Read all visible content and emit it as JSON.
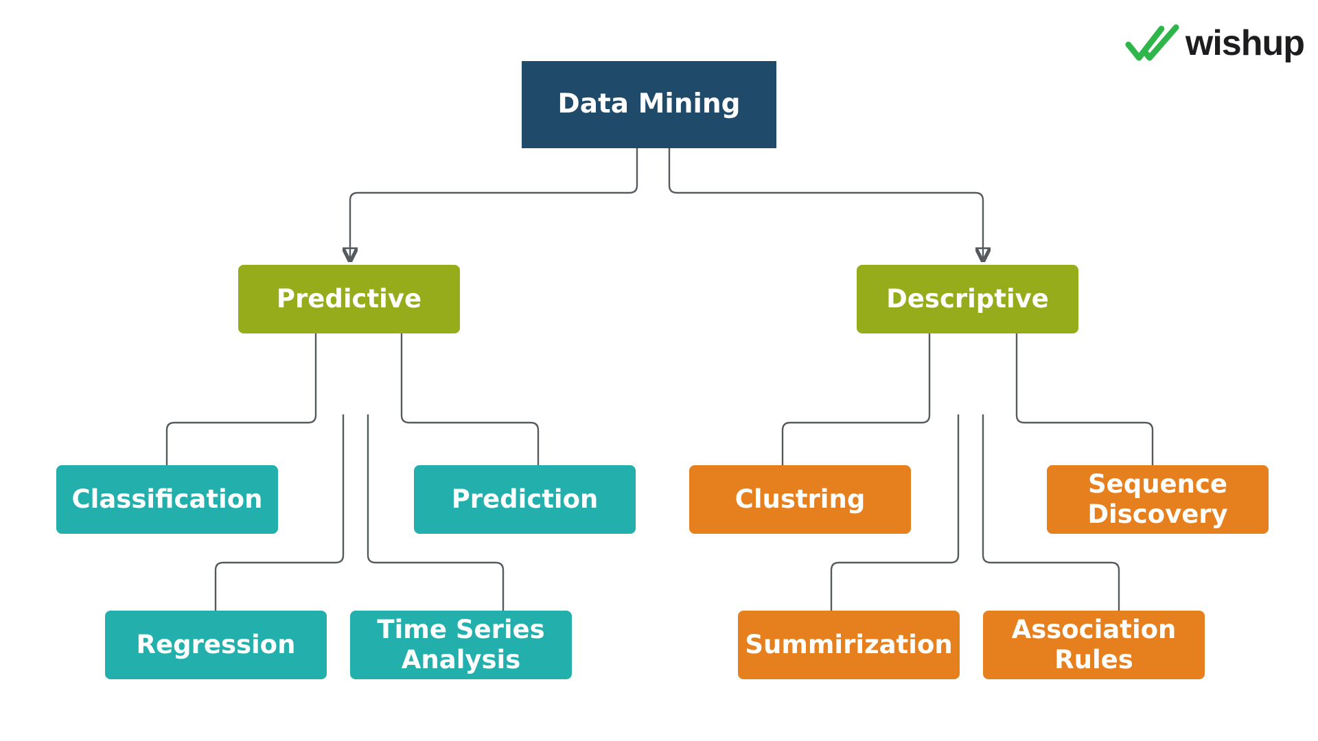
{
  "brand": {
    "name": "wishup",
    "mark_color": "#2fb64a",
    "text_color": "#1d1d1f"
  },
  "colors": {
    "root": "#1f4a6a",
    "branch": "#97ac1b",
    "predictive_leaf": "#23b0ad",
    "descriptive_leaf": "#e6801f",
    "connector": "#555a5e"
  },
  "nodes": {
    "root": "Data Mining",
    "predictive": "Predictive",
    "descriptive": "Descriptive",
    "classification": "Classification",
    "prediction": "Prediction",
    "regression": "Regression",
    "time_series": "Time Series\nAnalysis",
    "clustring": "Clustring",
    "sequence_discovery": "Sequence\nDiscovery",
    "summirization": "Summirization",
    "association_rules": "Association\nRules"
  },
  "edges": [
    [
      "root",
      "predictive"
    ],
    [
      "root",
      "descriptive"
    ],
    [
      "predictive",
      "classification"
    ],
    [
      "predictive",
      "prediction"
    ],
    [
      "predictive",
      "regression"
    ],
    [
      "predictive",
      "time_series"
    ],
    [
      "descriptive",
      "clustring"
    ],
    [
      "descriptive",
      "sequence_discovery"
    ],
    [
      "descriptive",
      "summirization"
    ],
    [
      "descriptive",
      "association_rules"
    ]
  ]
}
